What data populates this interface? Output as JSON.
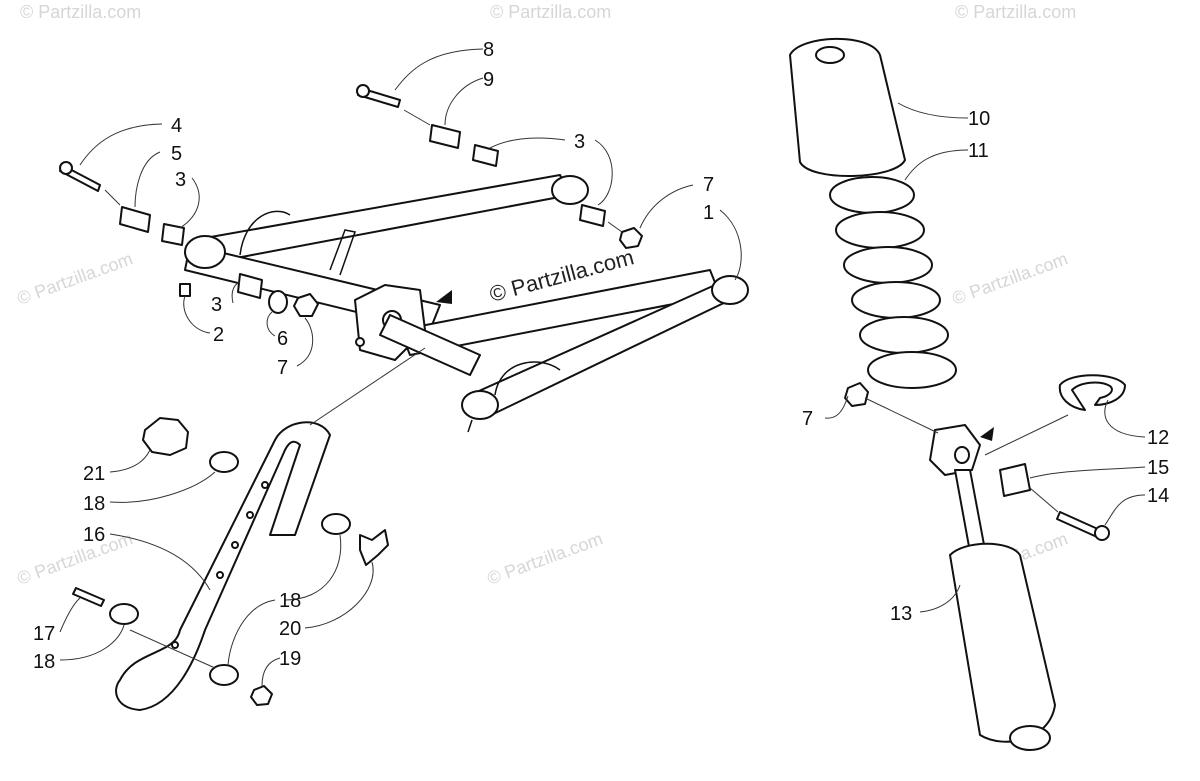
{
  "watermark": {
    "main": "© Partzilla.com",
    "tile": "© Partzilla.com"
  },
  "callouts": {
    "c1": "1",
    "c2": "2",
    "c3a": "3",
    "c3b": "3",
    "c3c": "3",
    "c4": "4",
    "c5": "5",
    "c6": "6",
    "c7a": "7",
    "c7b": "7",
    "c7c": "7",
    "c8": "8",
    "c9": "9",
    "c10": "10",
    "c11": "11",
    "c12": "12",
    "c13": "13",
    "c14": "14",
    "c15": "15",
    "c16": "16",
    "c17": "17",
    "c18a": "18",
    "c18b": "18",
    "c18c": "18",
    "c19": "19",
    "c20": "20",
    "c21": "21"
  },
  "colors": {
    "line": "#111111",
    "watermark": "#d6d6d6",
    "background": "#ffffff"
  }
}
